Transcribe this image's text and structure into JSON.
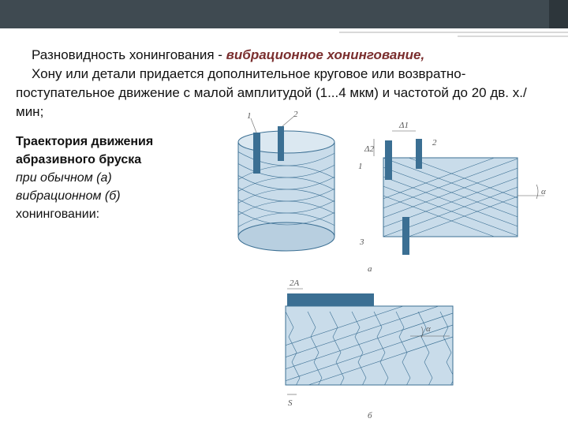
{
  "slide": {
    "para1_prefix": "Разновидность хонингования - ",
    "para1_highlight": "вибрационное хонингование,",
    "para2": "Хону или детали придается дополнительное круговое или возвратно-поступательное движение с малой амплитудой (1...4 мкм) и частотой до 20 дв. х./мин;",
    "caption_bold": "Траектория движения абразивного бруска",
    "caption_italic": "при обычном (а) вибрационном (б)",
    "caption_normal": "хонинговании:"
  },
  "figure": {
    "label_1": "1",
    "label_2": "2",
    "label_3": "3",
    "label_delta1": "Δ1",
    "label_delta2": "Δ2",
    "label_alpha": "α",
    "label_a": "а",
    "label_2A": "2A",
    "label_S": "S",
    "label_b": "б"
  },
  "colors": {
    "topbar": "#3f4a51",
    "highlight": "#7a2e2e",
    "figure_fill": "#c9dcea",
    "figure_stroke": "#3b6f93"
  }
}
